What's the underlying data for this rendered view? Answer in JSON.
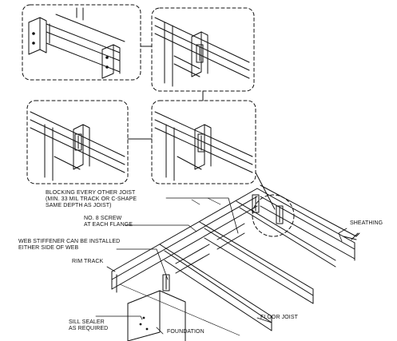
{
  "callouts": {
    "blocking": "BLOCKING EVERY OTHER JOIST\n(MIN. 33 MIL TRACK OR C-SHAPE\nSAME DEPTH AS JOIST)",
    "screw": "NO. 8 SCREW\nAT EACH FLANGE",
    "web_stiffener": "WEB STIFFENER CAN BE INSTALLED\nEITHER SIDE OF WEB",
    "rim_track": "RIM TRACK",
    "sill_sealer": "SILL SEALER\nAS REQUIRED",
    "foundation": "FOUNDATION",
    "floor_joist": "FLOOR JOIST",
    "sheathing": "SHEATHING"
  }
}
